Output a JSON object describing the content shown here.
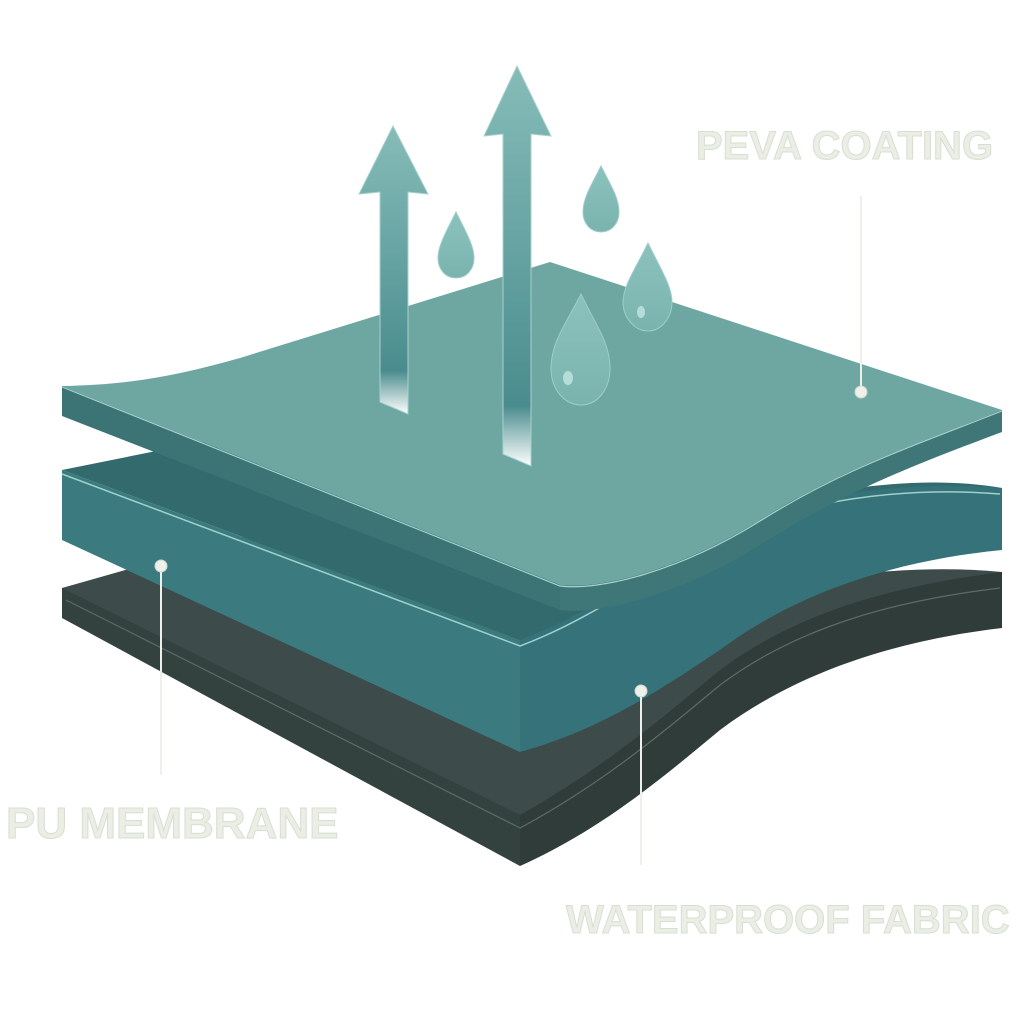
{
  "diagram": {
    "title": "Waterproof fabric layer structure",
    "layers": [
      {
        "id": "top",
        "label": "PEVA COATING",
        "color": "#6fa8a2",
        "side_color": "#3f7a78"
      },
      {
        "id": "middle",
        "label": "PU MEMBRANE",
        "color": "#3e7d80",
        "side_color": "#2f6366"
      },
      {
        "id": "bottom",
        "label": "WATERPROOF FABRIC",
        "color": "#3a4a48",
        "side_color": "#2c3937"
      }
    ],
    "icons": {
      "breathability": "up-arrow-icon",
      "water": "water-drop-icon"
    },
    "colors": {
      "label_text": "#eaeee4",
      "arrow": "#7fb6b2",
      "drop": "#86bdb8",
      "leader_line": "#eef0ea"
    }
  }
}
